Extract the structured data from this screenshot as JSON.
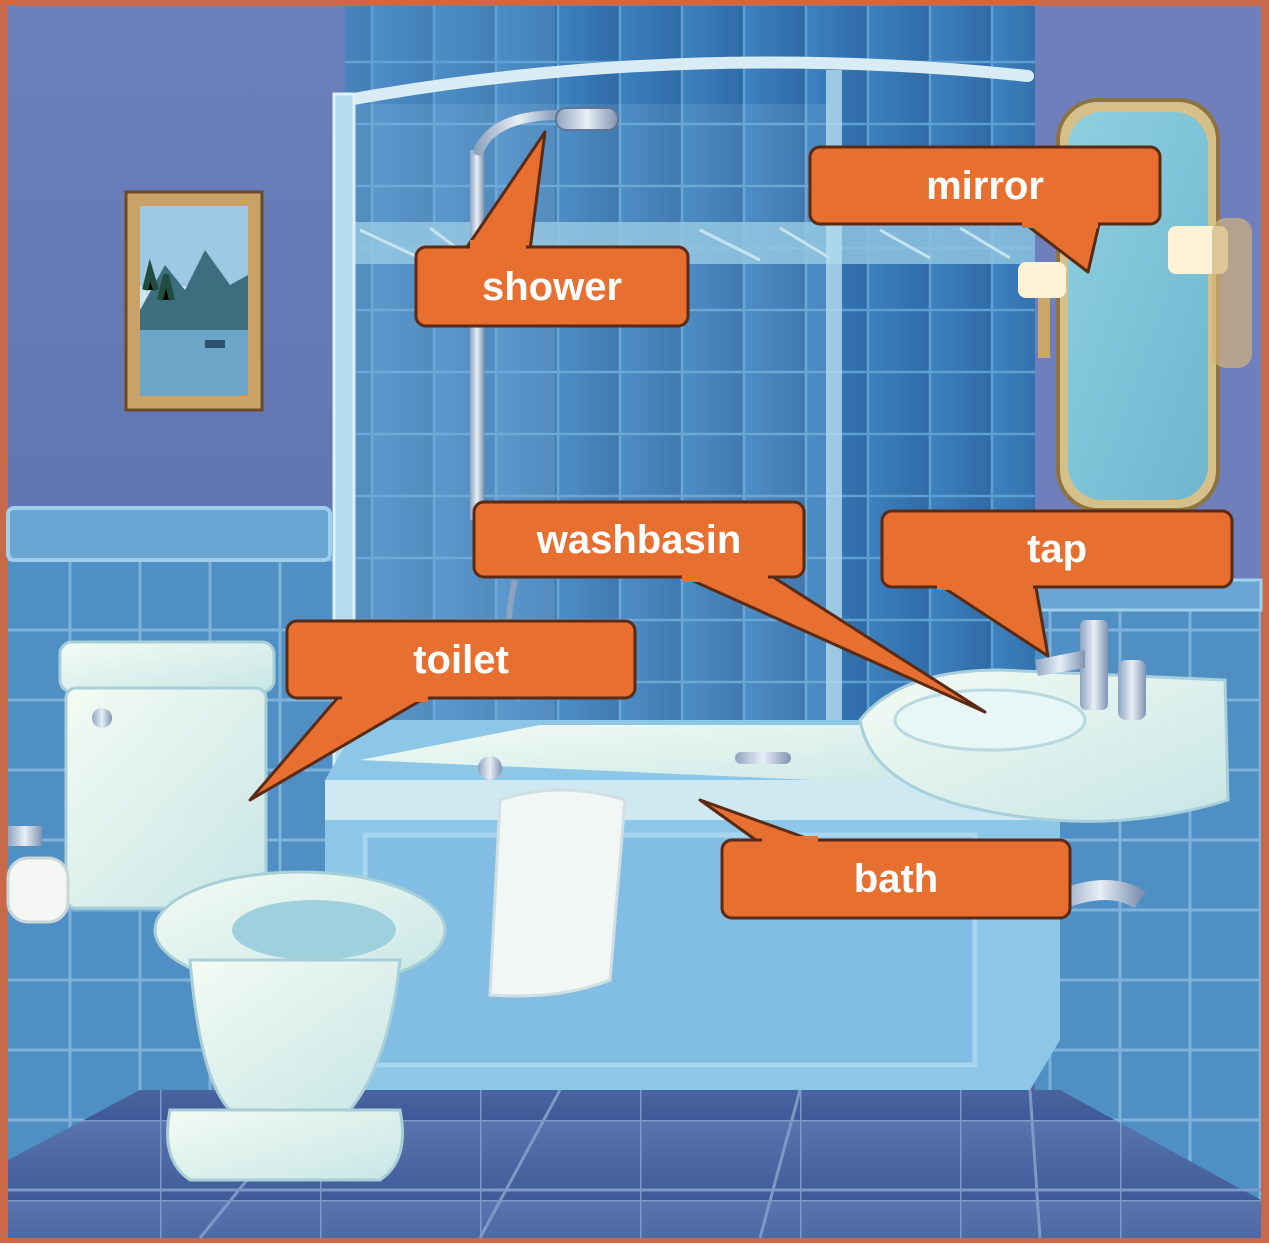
{
  "labels": {
    "shower": "shower",
    "mirror": "mirror",
    "washbasin": "washbasin",
    "tap": "tap",
    "toilet": "toilet",
    "bath": "bath"
  },
  "colors": {
    "frame": "#c8694a",
    "callout_fill": "#e76f2f",
    "callout_text": "#ffffff",
    "wall": "#5d73b0",
    "tile": "#3a76b5",
    "floor": "#4a67a3"
  }
}
